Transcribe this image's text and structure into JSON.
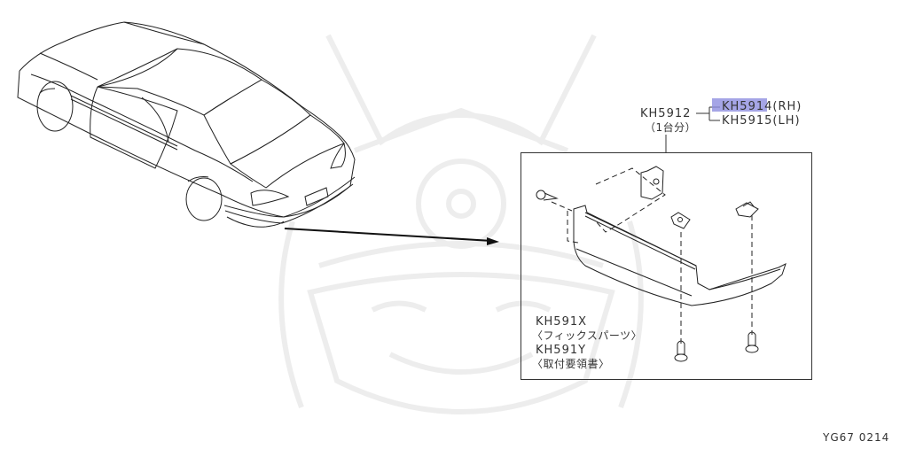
{
  "diagram": {
    "type": "exploded-parts-diagram",
    "subject": "Rear bumper lower spoiler / under-skirt",
    "assembly": {
      "part_number": "KH5912",
      "note": "（1台分）",
      "variants": [
        {
          "part_number": "KH5914",
          "side": "(RH)",
          "highlighted": true
        },
        {
          "part_number": "KH5915",
          "side": "(LH)",
          "highlighted": false
        }
      ]
    },
    "kits": [
      {
        "part_number": "KH591X",
        "description": "〈フィックスパーツ〉"
      },
      {
        "part_number": "KH591Y",
        "description": "〈取付要領書〉"
      }
    ],
    "diagram_code": "YG67 0214",
    "colors": {
      "line": "#222222",
      "highlight": "#8e8ee0",
      "watermark": "#eeeeee",
      "background": "#ffffff"
    }
  }
}
